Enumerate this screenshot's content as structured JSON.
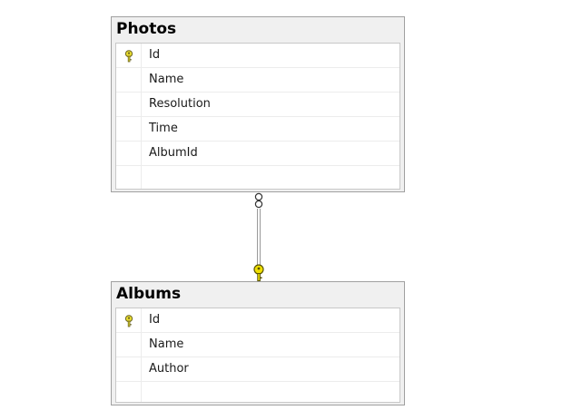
{
  "tables": [
    {
      "name": "Photos",
      "columns": [
        {
          "name": "Id",
          "primary_key": true
        },
        {
          "name": "Name",
          "primary_key": false
        },
        {
          "name": "Resolution",
          "primary_key": false
        },
        {
          "name": "Time",
          "primary_key": false
        },
        {
          "name": "AlbumId",
          "primary_key": false
        }
      ]
    },
    {
      "name": "Albums",
      "columns": [
        {
          "name": "Id",
          "primary_key": true
        },
        {
          "name": "Name",
          "primary_key": false
        },
        {
          "name": "Author",
          "primary_key": false
        }
      ]
    }
  ],
  "relationship": {
    "from_table": "Photos",
    "to_table": "Albums",
    "many_end_icon": "infinity-icon",
    "one_end_icon": "key-icon",
    "one_end_color": "#f0e000"
  },
  "colors": {
    "table_border": "#a0a0a0",
    "table_background": "#f0f0f0",
    "key_icon": "#d8c800"
  }
}
